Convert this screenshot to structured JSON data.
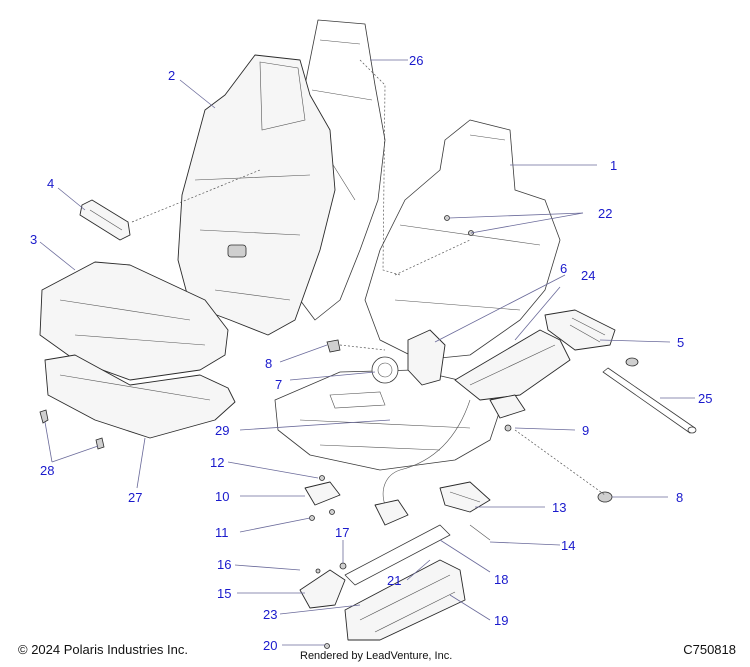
{
  "footer": {
    "copyright": "© 2024 Polaris Industries Inc.",
    "rendered_by": "Rendered by LeadVenture, Inc.",
    "diagram_code": "C750818"
  },
  "callouts": {
    "c1": "1",
    "c2": "2",
    "c3": "3",
    "c4": "4",
    "c5": "5",
    "c6": "6",
    "c7": "7",
    "c8a": "8",
    "c8b": "8",
    "c9": "9",
    "c10": "10",
    "c11": "11",
    "c12": "12",
    "c13": "13",
    "c14": "14",
    "c15": "15",
    "c16": "16",
    "c17": "17",
    "c18": "18",
    "c19": "19",
    "c20": "20",
    "c21": "21",
    "c22": "22",
    "c23": "23",
    "c24": "24",
    "c25": "25",
    "c26": "26",
    "c27": "27",
    "c28": "28",
    "c29": "29"
  },
  "colors": {
    "callout": "#1a1acc",
    "line": "#2b2b2b",
    "background": "#ffffff"
  }
}
